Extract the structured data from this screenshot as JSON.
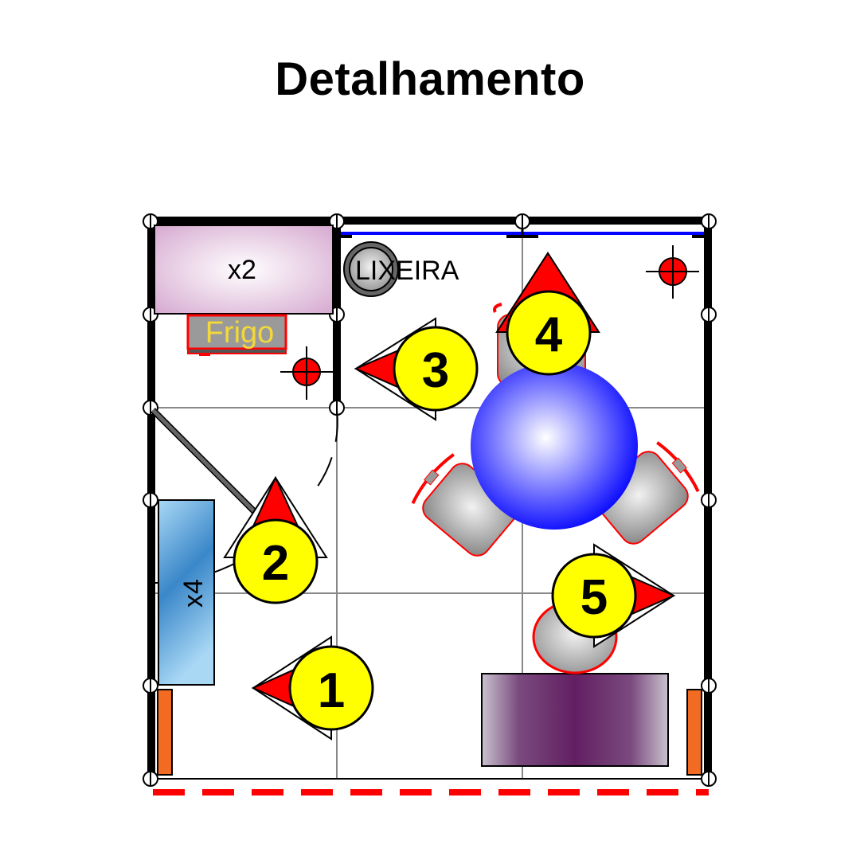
{
  "title": "Detalhamento",
  "labels": {
    "fridge_counter": "x2",
    "frigo": "Frigo",
    "trash_bin": "LIXEIRA",
    "shelf_count": "x4"
  },
  "markers": [
    {
      "number": "1",
      "direction": "left"
    },
    {
      "number": "2",
      "direction": "up"
    },
    {
      "number": "3",
      "direction": "left"
    },
    {
      "number": "4",
      "direction": "up"
    },
    {
      "number": "5",
      "direction": "right"
    }
  ],
  "colors": {
    "wall": "#000000",
    "grid": "#888888",
    "marker_fill": "#ffff00",
    "arrow_fill": "#ff0000",
    "table": "#0000ff",
    "glass_wall": "#0000ff",
    "open_side_dashes": "#ff0000",
    "banner": "#f26b22",
    "counter": "#6a1f66",
    "frigo_text": "#f2d83a"
  }
}
